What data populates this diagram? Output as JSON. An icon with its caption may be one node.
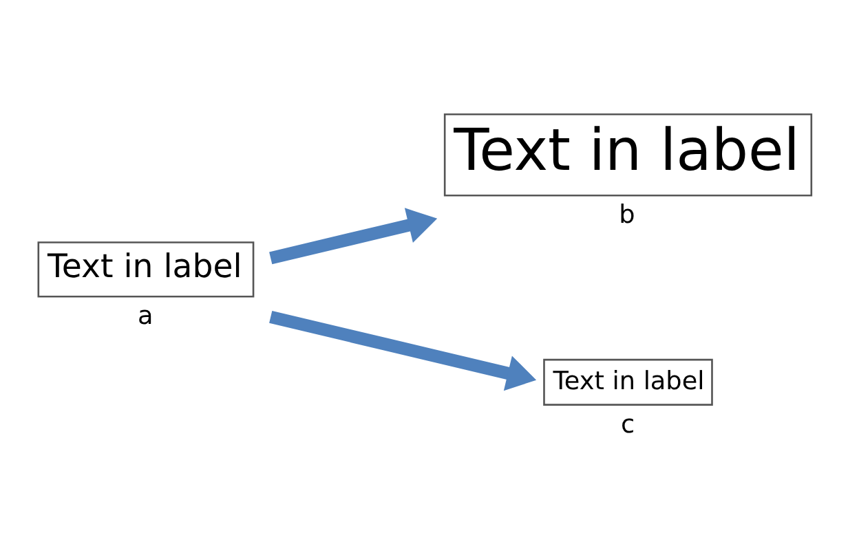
{
  "diagram": {
    "nodes": [
      {
        "text": [
          "Text in label"
        ],
        "beside": [
          "a"
        ]
      },
      {
        "text": [
          "Text in label"
        ],
        "beside": [
          "b"
        ]
      },
      {
        "text": [
          "Text in label"
        ],
        "beside": [
          "c"
        ]
      }
    ],
    "edges": [
      {
        "from": 0,
        "to": 1,
        "arrow": "to"
      },
      {
        "from": 0,
        "to": 2,
        "arrow": "to"
      }
    ]
  }
}
